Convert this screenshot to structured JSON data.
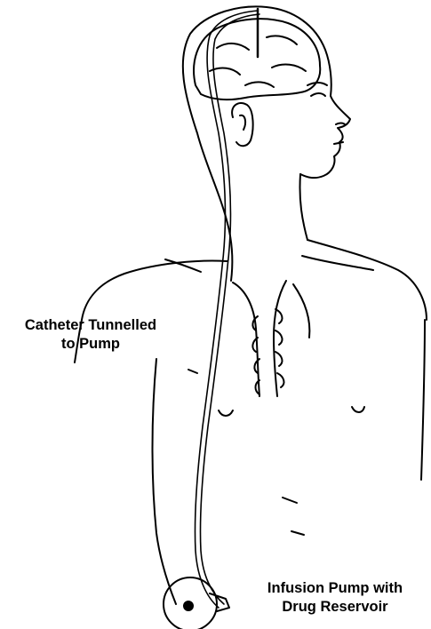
{
  "diagram": {
    "labels": {
      "catheter": {
        "line1": "Catheter Tunnelled",
        "line2": "to Pump"
      },
      "pump": {
        "line1": "Infusion Pump with",
        "line2": "Drug Reservoir"
      }
    },
    "colors": {
      "ink": "#000000",
      "background": "#ffffff"
    }
  }
}
